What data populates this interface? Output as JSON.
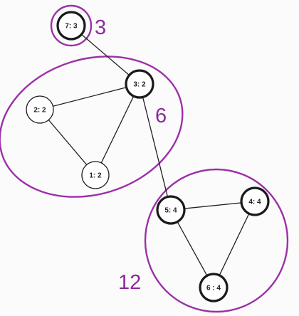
{
  "colors": {
    "background": "#fbfbfb",
    "group": "#9c2fa8",
    "group_label": "#8a2b9a",
    "edge": "#1f1f1f",
    "node_fill": "#ffffff",
    "node_stroke": "#1a1a1a"
  },
  "groups": [
    {
      "id": "g7",
      "label": "3"
    },
    {
      "id": "g123",
      "label": "6"
    },
    {
      "id": "g456",
      "label": "12"
    }
  ],
  "nodes": [
    {
      "id": "n7",
      "label": "7: 3",
      "emphasis": "thick"
    },
    {
      "id": "n3",
      "label": "3: 2",
      "emphasis": "thick"
    },
    {
      "id": "n2",
      "label": "2: 2",
      "emphasis": "thin"
    },
    {
      "id": "n1",
      "label": "1: 2",
      "emphasis": "thin"
    },
    {
      "id": "n5",
      "label": "5: 4",
      "emphasis": "thick"
    },
    {
      "id": "n4",
      "label": "4: 4",
      "emphasis": "thick"
    },
    {
      "id": "n6",
      "label": "6 : 4",
      "emphasis": "thick"
    }
  ],
  "edges": [
    {
      "from": "n7",
      "to": "n3"
    },
    {
      "from": "n3",
      "to": "n2"
    },
    {
      "from": "n3",
      "to": "n1"
    },
    {
      "from": "n2",
      "to": "n1"
    },
    {
      "from": "n3",
      "to": "n5"
    },
    {
      "from": "n5",
      "to": "n4"
    },
    {
      "from": "n5",
      "to": "n6"
    },
    {
      "from": "n4",
      "to": "n6"
    }
  ]
}
